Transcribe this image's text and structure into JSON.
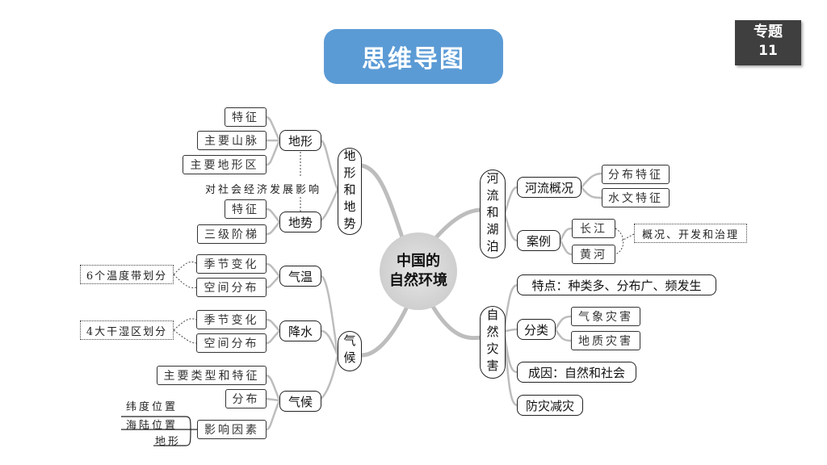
{
  "header": {
    "title": "思维导图",
    "badge_line1": "专题",
    "badge_line2": "11"
  },
  "center": {
    "line1": "中国的",
    "line2": "自然环境"
  },
  "terrain": {
    "label": "地形和地势",
    "landform": {
      "label": "地形",
      "items": [
        "特征",
        "主要山脉",
        "主要地形区"
      ]
    },
    "impact": "对社会经济发展影响",
    "topography": {
      "label": "地势",
      "items": [
        "特征",
        "三级阶梯"
      ]
    }
  },
  "climate": {
    "label": "气候",
    "temperature": {
      "label": "气温",
      "items": [
        "季节变化",
        "空间分布"
      ],
      "note": "6个温度带划分"
    },
    "precipitation": {
      "label": "降水",
      "items": [
        "季节变化",
        "空间分布"
      ],
      "note": "4大干湿区划分"
    },
    "climate_node": {
      "label": "气候",
      "items": [
        "主要类型和特征",
        "分布",
        "影响因素"
      ],
      "factors": [
        "纬度位置",
        "海陆位置",
        "地形"
      ]
    }
  },
  "rivers": {
    "label": "河流和湖泊",
    "overview": {
      "label": "河流概况",
      "items": [
        "分布特征",
        "水文特征"
      ]
    },
    "cases": {
      "label": "案例",
      "items": [
        "长江",
        "黄河"
      ],
      "note": "概况、开发和治理"
    }
  },
  "disasters": {
    "label": "自然灾害",
    "features": "特点：种类多、分布广、频发生",
    "category": {
      "label": "分类",
      "items": [
        "气象灾害",
        "地质灾害"
      ]
    },
    "causes": "成因：自然和社会",
    "prevention": "防灾减灾"
  }
}
